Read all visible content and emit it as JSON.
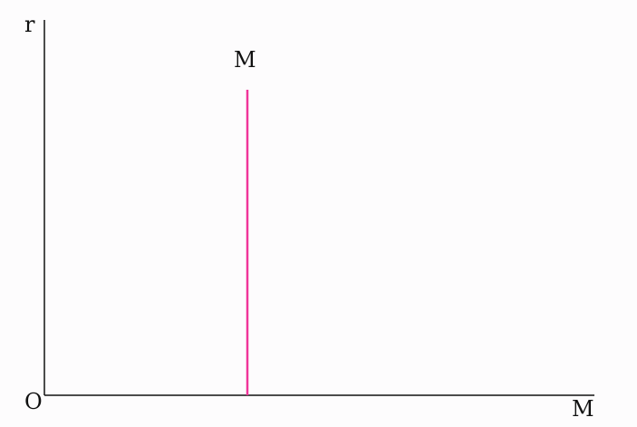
{
  "diagram": {
    "y_axis_label": "r",
    "x_axis_label": "M",
    "origin_label": "O",
    "curve_label": "M",
    "curve_color": "#f0359a",
    "axis_color": "#111111",
    "background": "#fdfcfd"
  }
}
